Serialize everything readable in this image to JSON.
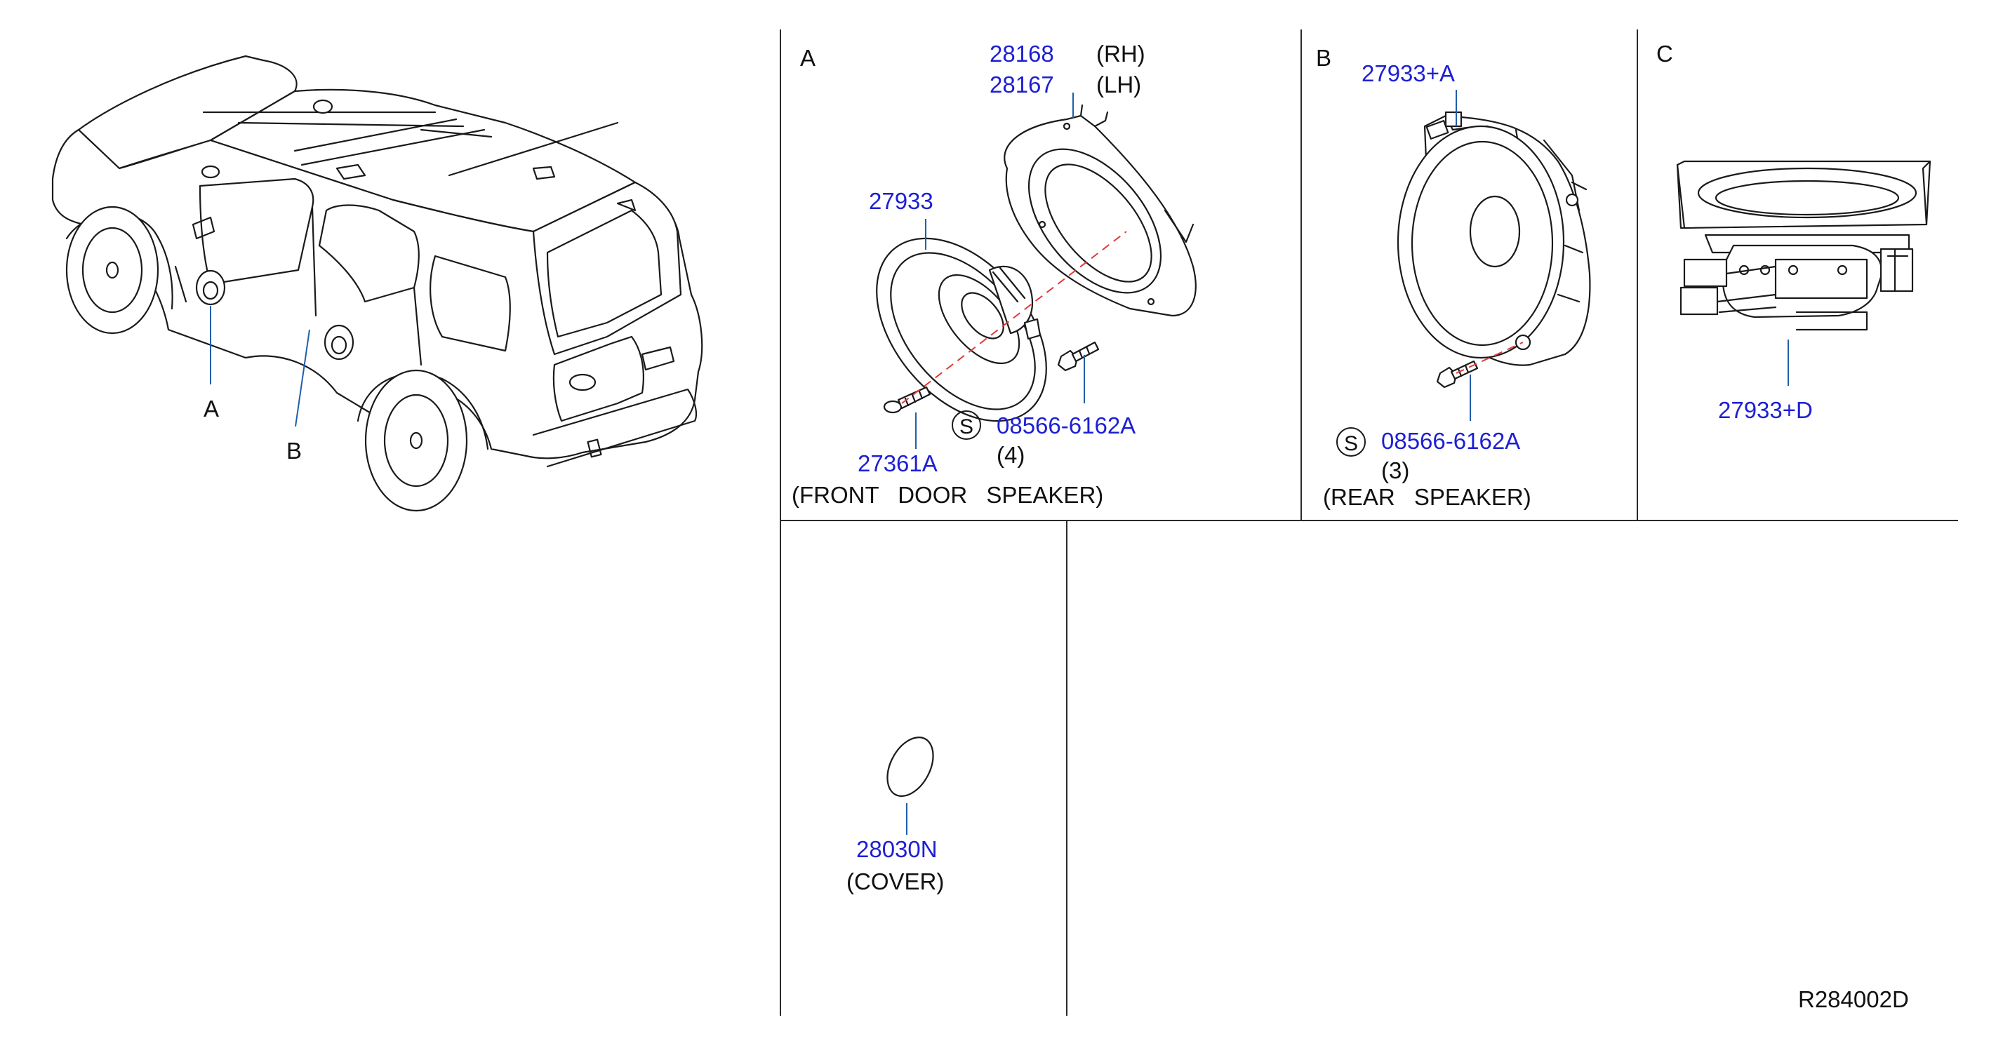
{
  "sections": {
    "a": "A",
    "b": "B",
    "c": "C"
  },
  "vehicle": {
    "callout_a": "A",
    "callout_b": "B"
  },
  "front_door": {
    "bracket_rh_part": "28168",
    "bracket_rh_side": "(RH)",
    "bracket_lh_part": "28167",
    "bracket_lh_side": "(LH)",
    "speaker_part": "27933",
    "screw_part": "27361A",
    "bolt_symbol": "S",
    "bolt_part": "08566-6162A",
    "bolt_qty": "(4)",
    "caption": "(FRONT DOOR SPEAKER)"
  },
  "rear": {
    "speaker_part": "27933+A",
    "bolt_symbol": "S",
    "bolt_part": "08566-6162A",
    "bolt_qty": "(3)",
    "caption": "(REAR SPEAKER)"
  },
  "tweeter": {
    "speaker_part": "27933+D"
  },
  "cover": {
    "part": "28030N",
    "caption": "(COVER)"
  },
  "diagram_id": "R284002D",
  "colors": {
    "part_number": "#1d1fd4",
    "leader": "#1f5fa8",
    "alignment_dash": "#e03a3a",
    "line": "#1a1a1a"
  }
}
